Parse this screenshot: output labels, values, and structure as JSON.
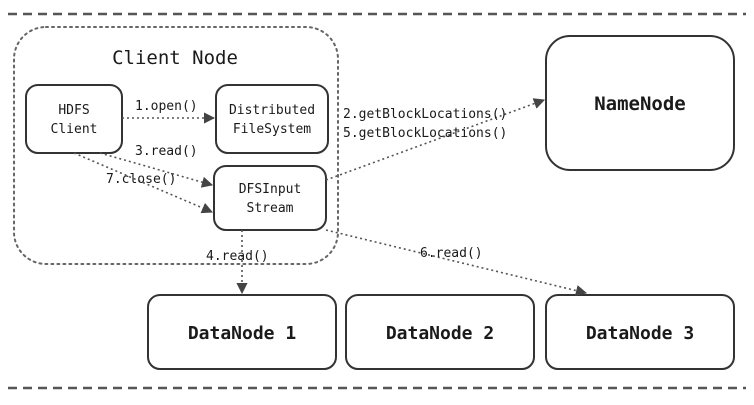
{
  "client_node": {
    "title": "Client Node"
  },
  "hdfs_client": {
    "line1": "HDFS",
    "line2": "Client"
  },
  "distributed_fs": {
    "line1": "Distributed",
    "line2": "FileSystem"
  },
  "dfs_input_stream": {
    "line1": "DFSInput",
    "line2": "Stream"
  },
  "namenode": {
    "label": "NameNode"
  },
  "datanodes": [
    {
      "label": "DataNode 1"
    },
    {
      "label": "DataNode 2"
    },
    {
      "label": "DataNode 3"
    }
  ],
  "steps": {
    "open": "1.open()",
    "get_block_locations_1": "2.getBlockLocations()",
    "read_client": "3.read()",
    "read_datanode1": "4.read()",
    "get_block_locations_2": "5.getBlockLocations()",
    "read_datanode3": "6.read()",
    "close": "7.close()"
  }
}
